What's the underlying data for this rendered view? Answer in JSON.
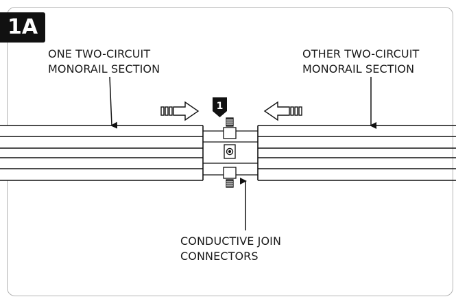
{
  "figure_id": "1A",
  "marker_number": "1",
  "labels": {
    "left": [
      "ONE TWO-CIRCUIT",
      "MONORAIL SECTION"
    ],
    "right": [
      "OTHER TWO-CIRCUIT",
      "MONORAIL SECTION"
    ],
    "bottom": [
      "CONDUCTIVE JOIN",
      "CONNECTORS"
    ]
  },
  "colors": {
    "ink": "#111111",
    "frame": "#b3b3b3",
    "background": "#ffffff"
  }
}
